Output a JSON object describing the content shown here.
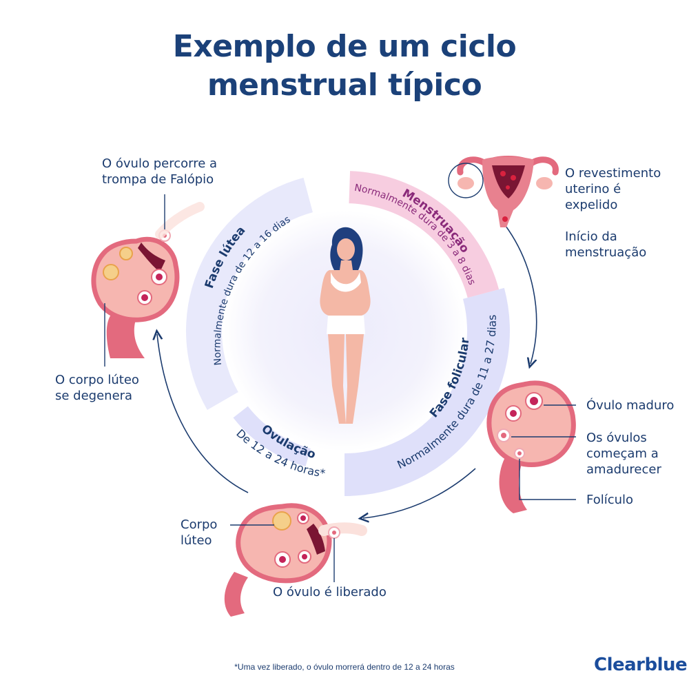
{
  "title": {
    "line1": "Exemplo de um ciclo",
    "line2": "menstrual típico"
  },
  "phases": {
    "menstruation": {
      "name": "Menstruação",
      "duration": "Normalmente dura de 3 a 8 dias",
      "color": "#f7cde0",
      "text_color": "#8a2a7a"
    },
    "follicular": {
      "name": "Fase folicular",
      "duration": "Normalmente dura de 11 a 27 dias",
      "color": "#dfe0fa"
    },
    "ovulation": {
      "name": "Ovulação",
      "duration": "De 12 a 24 horas*",
      "color": "#dfe0fa"
    },
    "luteal": {
      "name": "Fase lútea",
      "duration": "Normalmente dura de 12 a 16 dias",
      "color": "#e8e9fb"
    }
  },
  "labels": {
    "uterus_1": "O revestimento",
    "uterus_2": "uterino é",
    "uterus_3": "expelido",
    "start_1": "Início da",
    "start_2": "menstruação",
    "mature_egg": "Óvulo maduro",
    "eggs_1": "Os óvulos",
    "eggs_2": "começam a",
    "eggs_3": "amadurecer",
    "follicle": "Folículo",
    "corpus_1": "Corpo",
    "corpus_2": "lúteo",
    "released": "O óvulo é liberado",
    "degen_1": "O corpo lúteo",
    "degen_2": "se degenera",
    "travels_1": "O óvulo percorre a",
    "travels_2": "trompa de Falópio"
  },
  "footnote": "*Uma vez liberado, o óvulo morrerá dentro de 12 a 24 horas",
  "brand": "Clearblue",
  "colors": {
    "title": "#1b4179",
    "text": "#1b3b6e",
    "arrow": "#1b3b6e",
    "ovary": "#f6b6b0",
    "ovary_edge": "#e36a7e",
    "egg": "#c4245a"
  }
}
